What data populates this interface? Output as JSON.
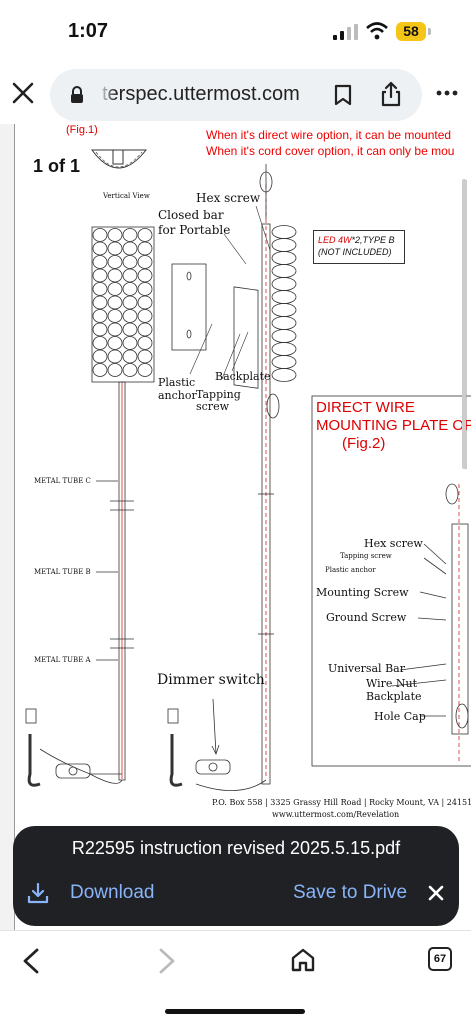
{
  "status_bar": {
    "time": "1:07",
    "battery": "58"
  },
  "browser": {
    "url": "terspec.uttermost.com"
  },
  "document": {
    "page_counter": "1 of 1",
    "fig1_label": "(Fig.1)",
    "note_line1": "When it's direct wire option, it can be mounted",
    "note_line2": "When it's cord cover option, it can only be mou",
    "vertical_view": "Vertical View",
    "labels": {
      "hex_screw_1": "Hex screw",
      "closed_bar_1": "Closed bar",
      "closed_bar_2": "for Portable",
      "plastic_1": "Plastic",
      "plastic_2": "anchor",
      "tapping_1": "Tapping",
      "tapping_2": "screw",
      "backplate_1": "Backplate",
      "metal_tube_c": "METAL TUBE C",
      "metal_tube_b": "METAL TUBE B",
      "metal_tube_a": "METAL TUBE A",
      "dimmer_switch": "Dimmer switch"
    },
    "led_box": {
      "led": "LED 4W",
      "rest": "*2,TYPE B",
      "line2": "(NOT INCLUDED)"
    },
    "fig2": {
      "line1": "DIRECT WIRE",
      "line2": "MOUNTING PLATE OP",
      "line3": "(Fig.2)",
      "hex_screw": "Hex screw",
      "tapping_screw": "Tapping screw",
      "plastic_anchor": "Plastic anchor",
      "mounting_screw": "Mounting Screw",
      "ground_screw": "Ground Screw",
      "universal_bar": "Universal Bar",
      "wire_nut": "Wire Nut",
      "backplate": "Backplate",
      "hole_cap": "Hole Cap"
    },
    "footer_address": "P.O. Box 558 | 3325 Grassy Hill Road | Rocky Mount, VA | 24151",
    "footer_web": "www.uttermost.com/Revelation"
  },
  "download_sheet": {
    "filename": "R22595 instruction revised 2025.5.15.pdf",
    "download_label": "Download",
    "save_label": "Save to Drive"
  },
  "bottom_nav": {
    "tab_count": "67"
  },
  "colors": {
    "accent_blue": "#8ab4f8",
    "note_red": "#e00000",
    "battery_yellow": "#f5c518",
    "sheet_bg": "#1f2125"
  }
}
